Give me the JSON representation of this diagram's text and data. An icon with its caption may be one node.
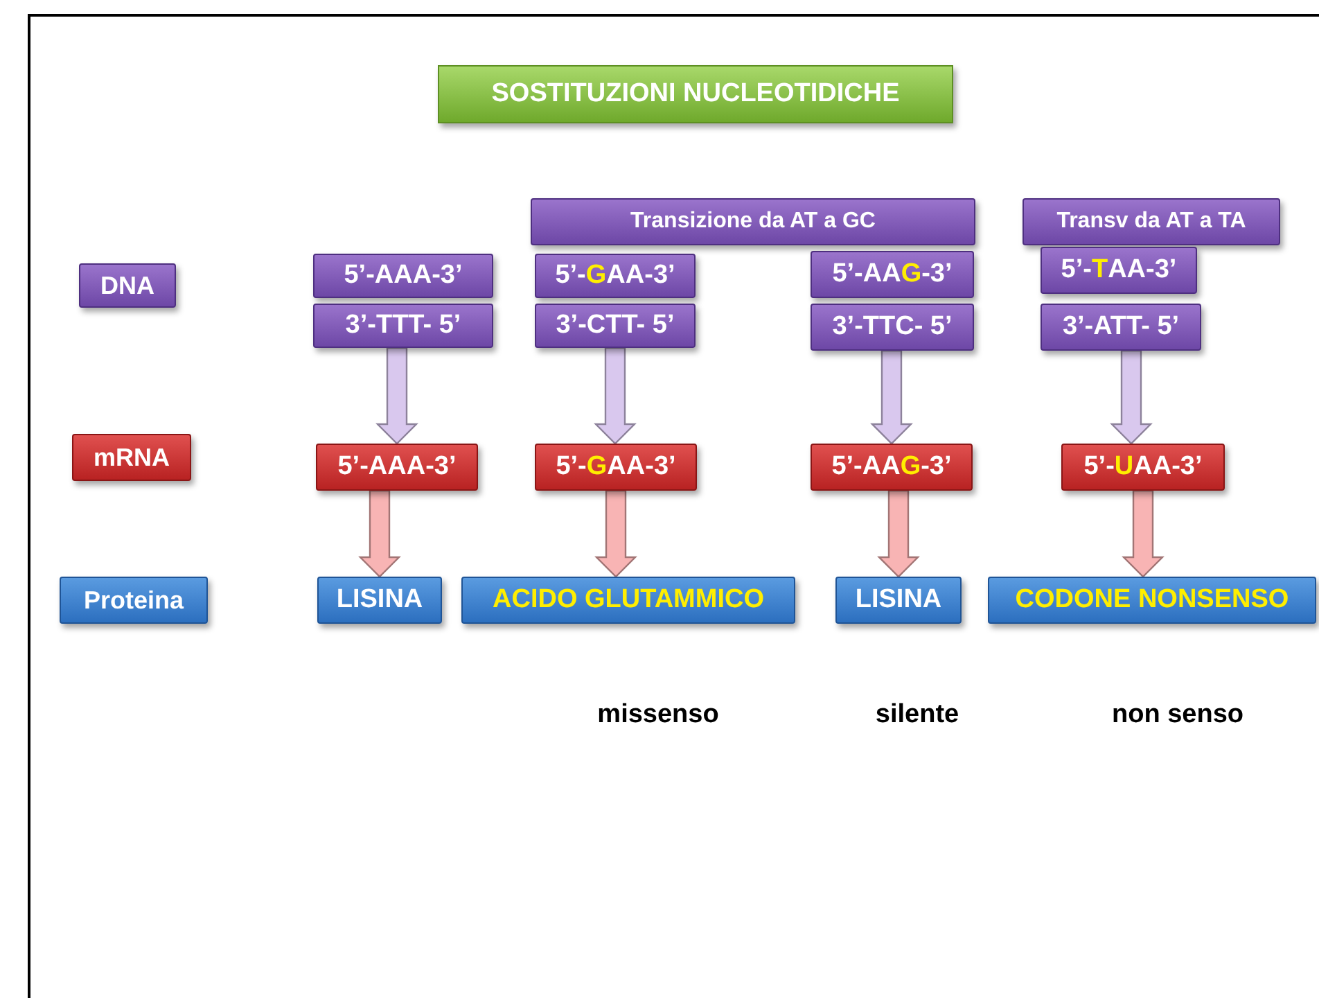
{
  "diagram": {
    "title": "SOSTITUZIONI NUCLEOTIDICHE",
    "nodes": [
      {
        "text": [
          "Transizione da AT a GC"
        ]
      },
      {
        "text": [
          "Transv da AT a TA"
        ]
      },
      {
        "text": [
          "DNA"
        ]
      },
      {
        "text": [
          "5’-AAA-3’"
        ]
      },
      {
        "text": [
          "5’-**G**AA-3’"
        ]
      },
      {
        "text": [
          "5’-AA**G**-3’"
        ]
      },
      {
        "text": [
          "5’-**T**AA-3’"
        ]
      },
      {
        "text": [
          "3’-TTT- 5’"
        ]
      },
      {
        "text": [
          "3’-CTT- 5’"
        ]
      },
      {
        "text": [
          "3’-TTC- 5’"
        ]
      },
      {
        "text": [
          "3’-ATT- 5’"
        ]
      },
      {
        "text": [
          "mRNA"
        ]
      },
      {
        "text": [
          "5’-AAA-3’"
        ]
      },
      {
        "text": [
          "5’-**G**AA-3’"
        ]
      },
      {
        "text": [
          "5’-AA**G**-3’"
        ]
      },
      {
        "text": [
          "5’-**U**AA-3’"
        ]
      },
      {
        "text": [
          "Proteina"
        ]
      },
      {
        "text": [
          "LISINA"
        ]
      },
      {
        "text": [
          "ACIDO GLUTAMMICO"
        ]
      },
      {
        "text": [
          "LISINA"
        ]
      },
      {
        "text": [
          "CODONE NONSENSO"
        ]
      }
    ],
    "edges": [
      {
        "from": 7,
        "to": 12,
        "arrow": "to",
        "color": "#d9c8ee"
      },
      {
        "from": 8,
        "to": 13,
        "arrow": "to",
        "color": "#d9c8ee"
      },
      {
        "from": 9,
        "to": 14,
        "arrow": "to",
        "color": "#d9c8ee"
      },
      {
        "from": 10,
        "to": 15,
        "arrow": "to",
        "color": "#d9c8ee"
      },
      {
        "from": 12,
        "to": 17,
        "arrow": "to",
        "color": "#f8b4b4"
      },
      {
        "from": 13,
        "to": 18,
        "arrow": "to",
        "color": "#f8b4b4"
      },
      {
        "from": 14,
        "to": 19,
        "arrow": "to",
        "color": "#f8b4b4"
      },
      {
        "from": 15,
        "to": 20,
        "arrow": "to",
        "color": "#f8b4b4"
      }
    ],
    "labels": [
      "missenso",
      "silente",
      "non senso"
    ]
  }
}
